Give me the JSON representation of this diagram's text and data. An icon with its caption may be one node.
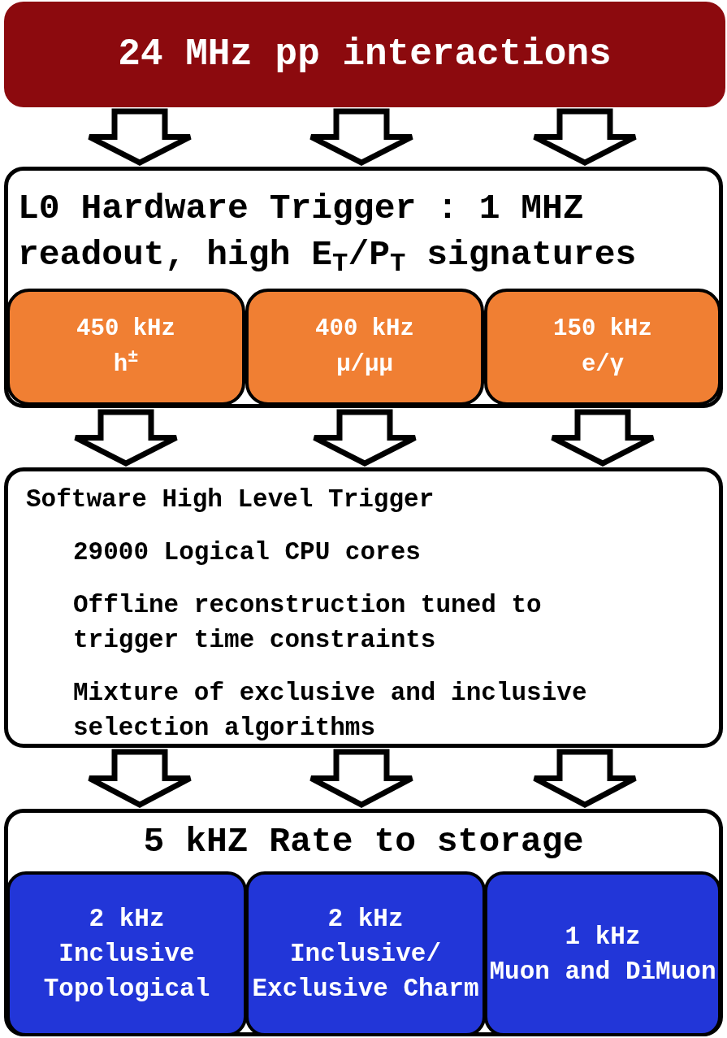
{
  "diagram": {
    "nodes": [
      {
        "text": [
          "24 MHz pp interactions"
        ]
      },
      {
        "text": [
          "L0 Hardware Trigger : 1 MHZ readout, high E$_{T}$/P$_{T}$ signatures"
        ]
      },
      {
        "text": [
          "450 kHz",
          "h$^{±}$"
        ],
        "in": 1
      },
      {
        "text": [
          "400 kHz",
          "μ/μμ"
        ],
        "in": 1
      },
      {
        "text": [
          "150 kHz",
          "e/γ"
        ],
        "in": 1
      },
      {
        "text": [
          "Software High Level Trigger",
          "29000 Logical CPU cores",
          "Offline reconstruction tuned to trigger time constraints",
          "Mixture of exclusive and inclusive selection algorithms"
        ]
      },
      {
        "text": [
          "5 kHZ Rate to storage"
        ]
      },
      {
        "text": [
          "2 kHz",
          "Inclusive Topological"
        ],
        "in": 6
      },
      {
        "text": [
          "2 kHz",
          "Inclusive/ Exclusive Charm"
        ],
        "in": 6
      },
      {
        "text": [
          "1 kHz",
          "Muon and DiMuon"
        ],
        "in": 6
      }
    ],
    "edges": [
      {
        "from": 0,
        "to": 1,
        "arrow": "to"
      },
      {
        "from": 0,
        "to": 1,
        "arrow": "to"
      },
      {
        "from": 0,
        "to": 1,
        "arrow": "to"
      },
      {
        "from": 2,
        "to": 5,
        "arrow": "to"
      },
      {
        "from": 3,
        "to": 5,
        "arrow": "to"
      },
      {
        "from": 4,
        "to": 5,
        "arrow": "to"
      },
      {
        "from": 5,
        "to": 6,
        "arrow": "to"
      },
      {
        "from": 5,
        "to": 6,
        "arrow": "to"
      },
      {
        "from": 5,
        "to": 6,
        "arrow": "to"
      }
    ]
  }
}
